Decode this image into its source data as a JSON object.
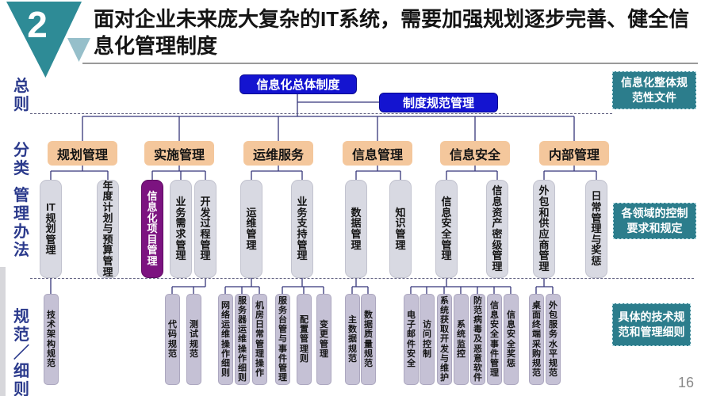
{
  "slide": {
    "badge": "2",
    "title": "面对企业未来庞大复杂的IT系统，需要加强规划逐步完善、健全信息化管理制度",
    "page_number": "16"
  },
  "colors": {
    "header_triangle": "#2e8b96",
    "header_triangle_small": "#96bfca",
    "top_box_blue": "#1414d0",
    "category_orange": "#f4c79c",
    "mid_gray": "#d8d9e2",
    "highlight_purple": "#7c1380",
    "bottom_lavender": "#c5c1d5",
    "note_teal": "#2c7d8c",
    "label_navy": "#2b3a8c",
    "connector": "#35357a"
  },
  "row_labels": [
    {
      "label": "总则"
    },
    {
      "label": "分类"
    },
    {
      "label": "管理办法"
    },
    {
      "label": "规范／细则"
    }
  ],
  "top_boxes": [
    {
      "label": "信息化总体制度"
    },
    {
      "label": "制度规范管理"
    }
  ],
  "side_notes": [
    {
      "label": "信息化整体规范性文件"
    },
    {
      "label": "各领域的控制要求和规定"
    },
    {
      "label": "具体的技术规范和管理细则"
    }
  ],
  "categories": [
    {
      "label": "规划管理"
    },
    {
      "label": "实施管理"
    },
    {
      "label": "运维服务"
    },
    {
      "label": "信息管理"
    },
    {
      "label": "信息安全"
    },
    {
      "label": "内部管理"
    }
  ],
  "mid_boxes": [
    {
      "label": "IT规划管理",
      "highlight": false
    },
    {
      "label": "年度计划与预算管理",
      "highlight": false
    },
    {
      "label": "信息化项目管理",
      "highlight": true
    },
    {
      "label": "业务需求管理",
      "highlight": false
    },
    {
      "label": "开发过程管理",
      "highlight": false
    },
    {
      "label": "运维管理",
      "highlight": false
    },
    {
      "label": "业务支持管理",
      "highlight": false
    },
    {
      "label": "数据管理",
      "highlight": false
    },
    {
      "label": "知识管理",
      "highlight": false
    },
    {
      "label": "信息安全管理",
      "highlight": false
    },
    {
      "label": "信息资产密级管理",
      "highlight": false
    },
    {
      "label": "外包和供应商管理",
      "highlight": false
    },
    {
      "label": "日常管理与奖惩",
      "highlight": false
    }
  ],
  "bottom_boxes": [
    {
      "label": "技术架构规范"
    },
    {
      "label": "代码规范"
    },
    {
      "label": "测试规范"
    },
    {
      "label": "网络运维操作细则"
    },
    {
      "label": "服务器运维操作细则"
    },
    {
      "label": "机房日常管理操作"
    },
    {
      "label": "服务台管与事件管理"
    },
    {
      "label": "配置管理则"
    },
    {
      "label": "变更管理"
    },
    {
      "label": "主数据规范"
    },
    {
      "label": "数据质量规范"
    },
    {
      "label": "电子邮件安全"
    },
    {
      "label": "访问控制"
    },
    {
      "label": "系统获取开发与维护"
    },
    {
      "label": "系统监控"
    },
    {
      "label": "防范病毒及恶意软件"
    },
    {
      "label": "信息安全事件管理"
    },
    {
      "label": "信息安全奖惩"
    },
    {
      "label": "桌面终端采购规范"
    },
    {
      "label": "外包服务水平规范"
    }
  ]
}
